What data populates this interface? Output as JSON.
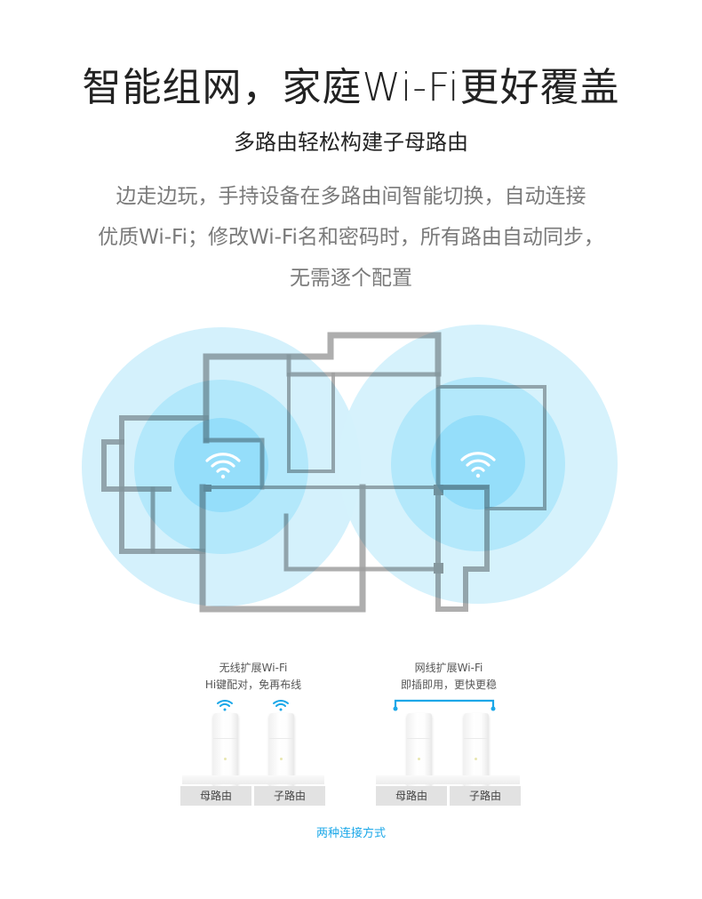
{
  "header": {
    "title": "智能组网，家庭Wi-Fi更好覆盖",
    "subtitle": "多路由轻松构建子母路由",
    "description_lines": [
      "边走边玩，手持设备在多路由间智能切换，自动连接",
      "优质Wi-Fi；修改Wi-Fi名和密码时，所有路由自动同步，",
      "无需逐个配置"
    ]
  },
  "illustration": {
    "icons": [
      "wifi-icon",
      "wifi-icon"
    ],
    "colors": {
      "coverage_outer": "#d4f1fc",
      "coverage_mid": "#b3e8fb",
      "coverage_inner": "#95defa",
      "walls": "#a0a0a0"
    }
  },
  "connection_methods": {
    "title": "两种连接方式",
    "wireless": {
      "caption_line1": "无线扩展Wi-Fi",
      "caption_line2": "Hi键配对，免再布线",
      "primary_label": "母路由",
      "secondary_label": "子路由"
    },
    "wired": {
      "caption_line1": "网线扩展Wi-Fi",
      "caption_line2": "即插即用，更快更稳",
      "primary_label": "母路由",
      "secondary_label": "子路由"
    },
    "accent_color": "#1aa7e8"
  }
}
